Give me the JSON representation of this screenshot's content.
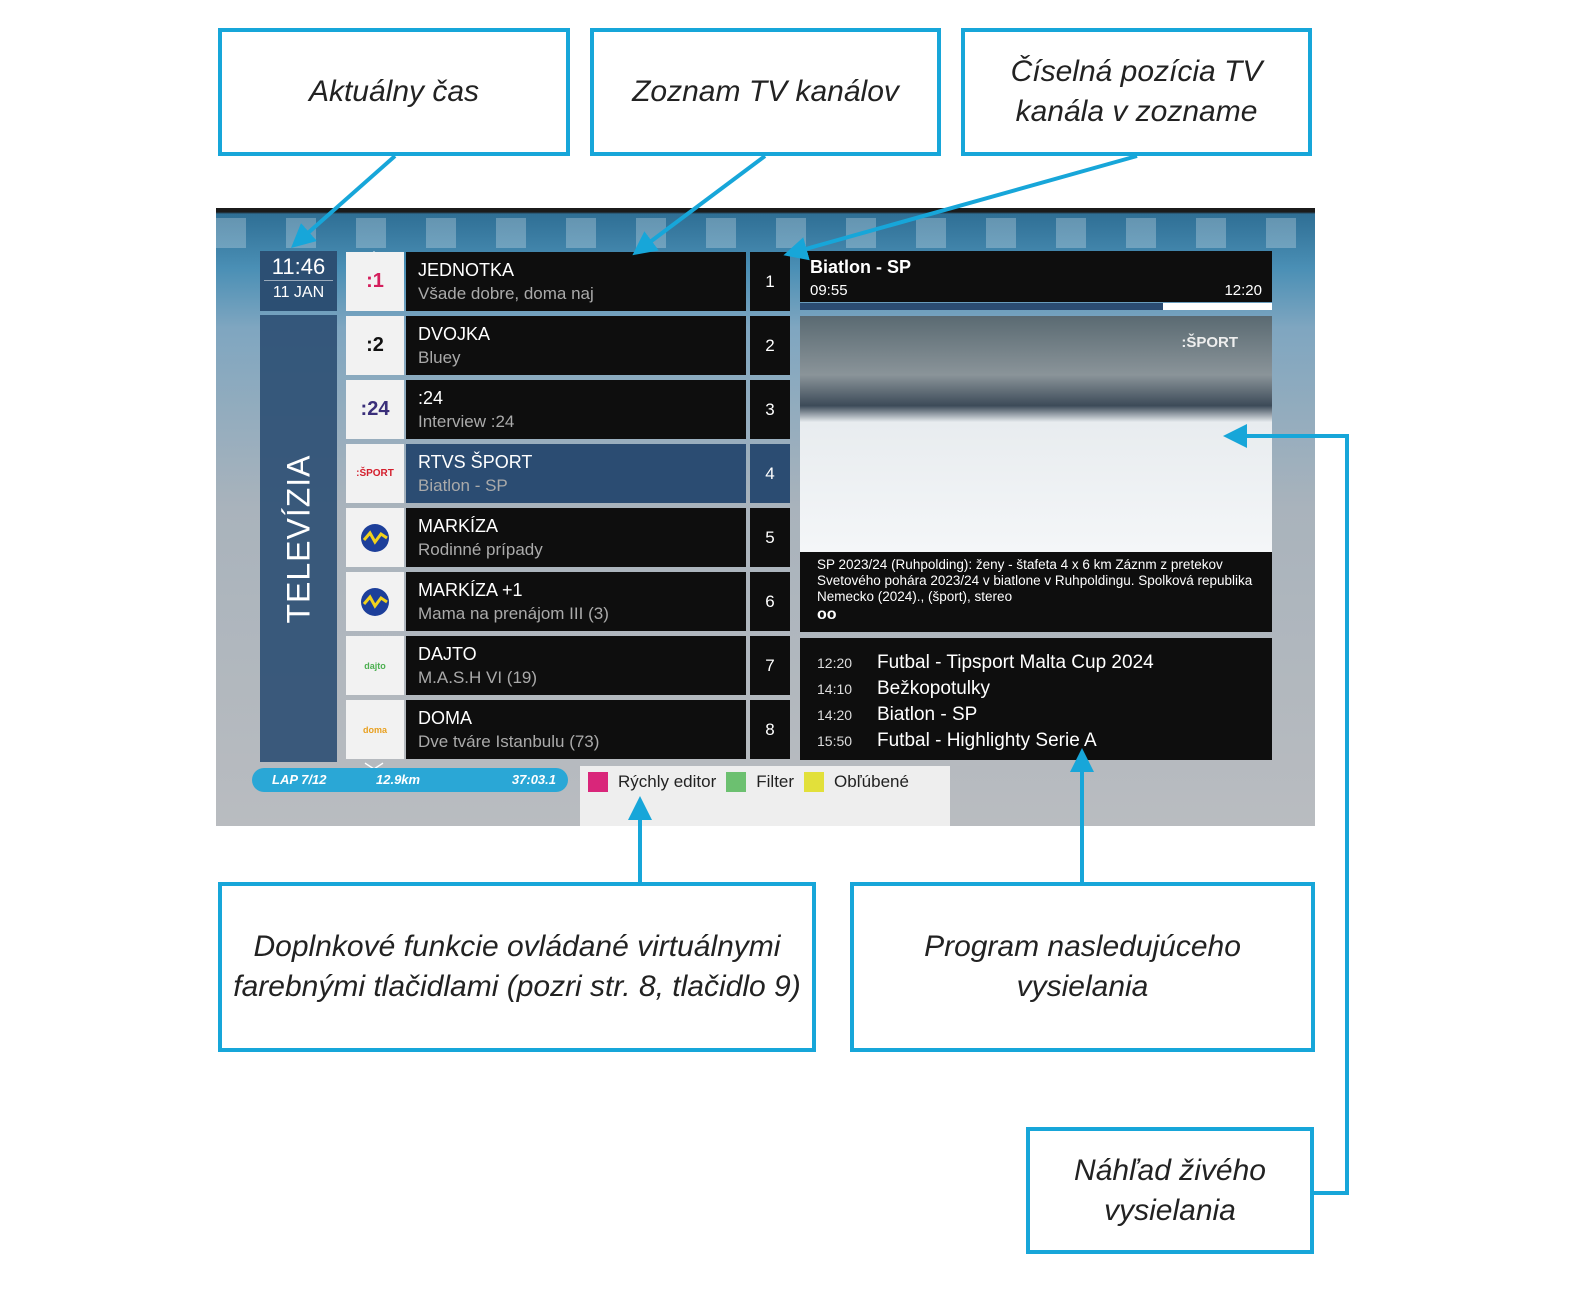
{
  "callouts": {
    "current_time": "Aktuálny čas",
    "channel_list": "Zoznam TV kanálov",
    "channel_position": "Číselná pozícia TV kanála v zozname",
    "extra_functions": "Doplnkové funkcie ovládané virtuálnymi farebnými tlačidlami (pozri str. 8, tlačidlo 9)",
    "upcoming_program": "Program nasledujúceho vysielania",
    "live_preview": "Náhľad živého vysielania"
  },
  "screen": {
    "clock": {
      "time": "11:46",
      "date": "11 JAN"
    },
    "sidebar_label": "TELEVÍZIA",
    "channels": [
      {
        "logo": ":1",
        "name": "JEDNOTKA",
        "program": "Všade dobre, doma naj",
        "number": "1"
      },
      {
        "logo": ":2",
        "name": "DVOJKA",
        "program": "Bluey",
        "number": "2"
      },
      {
        "logo": ":24",
        "name": ":24",
        "program": "Interview :24",
        "number": "3"
      },
      {
        "logo": ":ŠPORT",
        "name": "RTVS ŠPORT",
        "program": "Biatlon - SP",
        "number": "4",
        "selected": true
      },
      {
        "logo": "markiza",
        "name": "MARKÍZA",
        "program": "Rodinné prípady",
        "number": "5"
      },
      {
        "logo": "markiza+1",
        "name": "MARKÍZA +1",
        "program": "Mama na prenájom III (3)",
        "number": "6"
      },
      {
        "logo": "dajto",
        "name": "DAJTO",
        "program": "M.A.S.H VI (19)",
        "number": "7"
      },
      {
        "logo": "doma",
        "name": "DOMA",
        "program": "Dve tváre Istanbulu (73)",
        "number": "8"
      }
    ],
    "now": {
      "title": "Biatlon - SP",
      "start": "09:55",
      "end": "12:20",
      "progress_percent": 77
    },
    "video_watermark": ":ŠPORT",
    "description": "SP 2023/24 (Ruhpolding): ženy - štafeta 4 x 6 km Záznm z pretekov Svetového pohára 2023/24 v biatlone v Ruhpoldingu. Spolková republika Nemecko (2024)., (šport), stereo",
    "upcoming": [
      {
        "time": "12:20",
        "title": "Futbal - Tipsport Malta Cup 2024"
      },
      {
        "time": "14:10",
        "title": "Bežkopotulky"
      },
      {
        "time": "14:20",
        "title": "Biatlon - SP"
      },
      {
        "time": "15:50",
        "title": "Futbal - Highlighty Serie A"
      }
    ],
    "lap_bar": {
      "lap": "LAP 7/12",
      "distance": "12.9km",
      "time": "37:03.1"
    },
    "color_buttons": [
      {
        "label": "Rýchly editor",
        "color": "#d9267a"
      },
      {
        "label": "Filter",
        "color": "#6cc070"
      },
      {
        "label": "Obľúbené",
        "color": "#e2e03a"
      }
    ]
  },
  "colors": {
    "callout": "#17a6d9",
    "selected": "#2b4c72"
  }
}
